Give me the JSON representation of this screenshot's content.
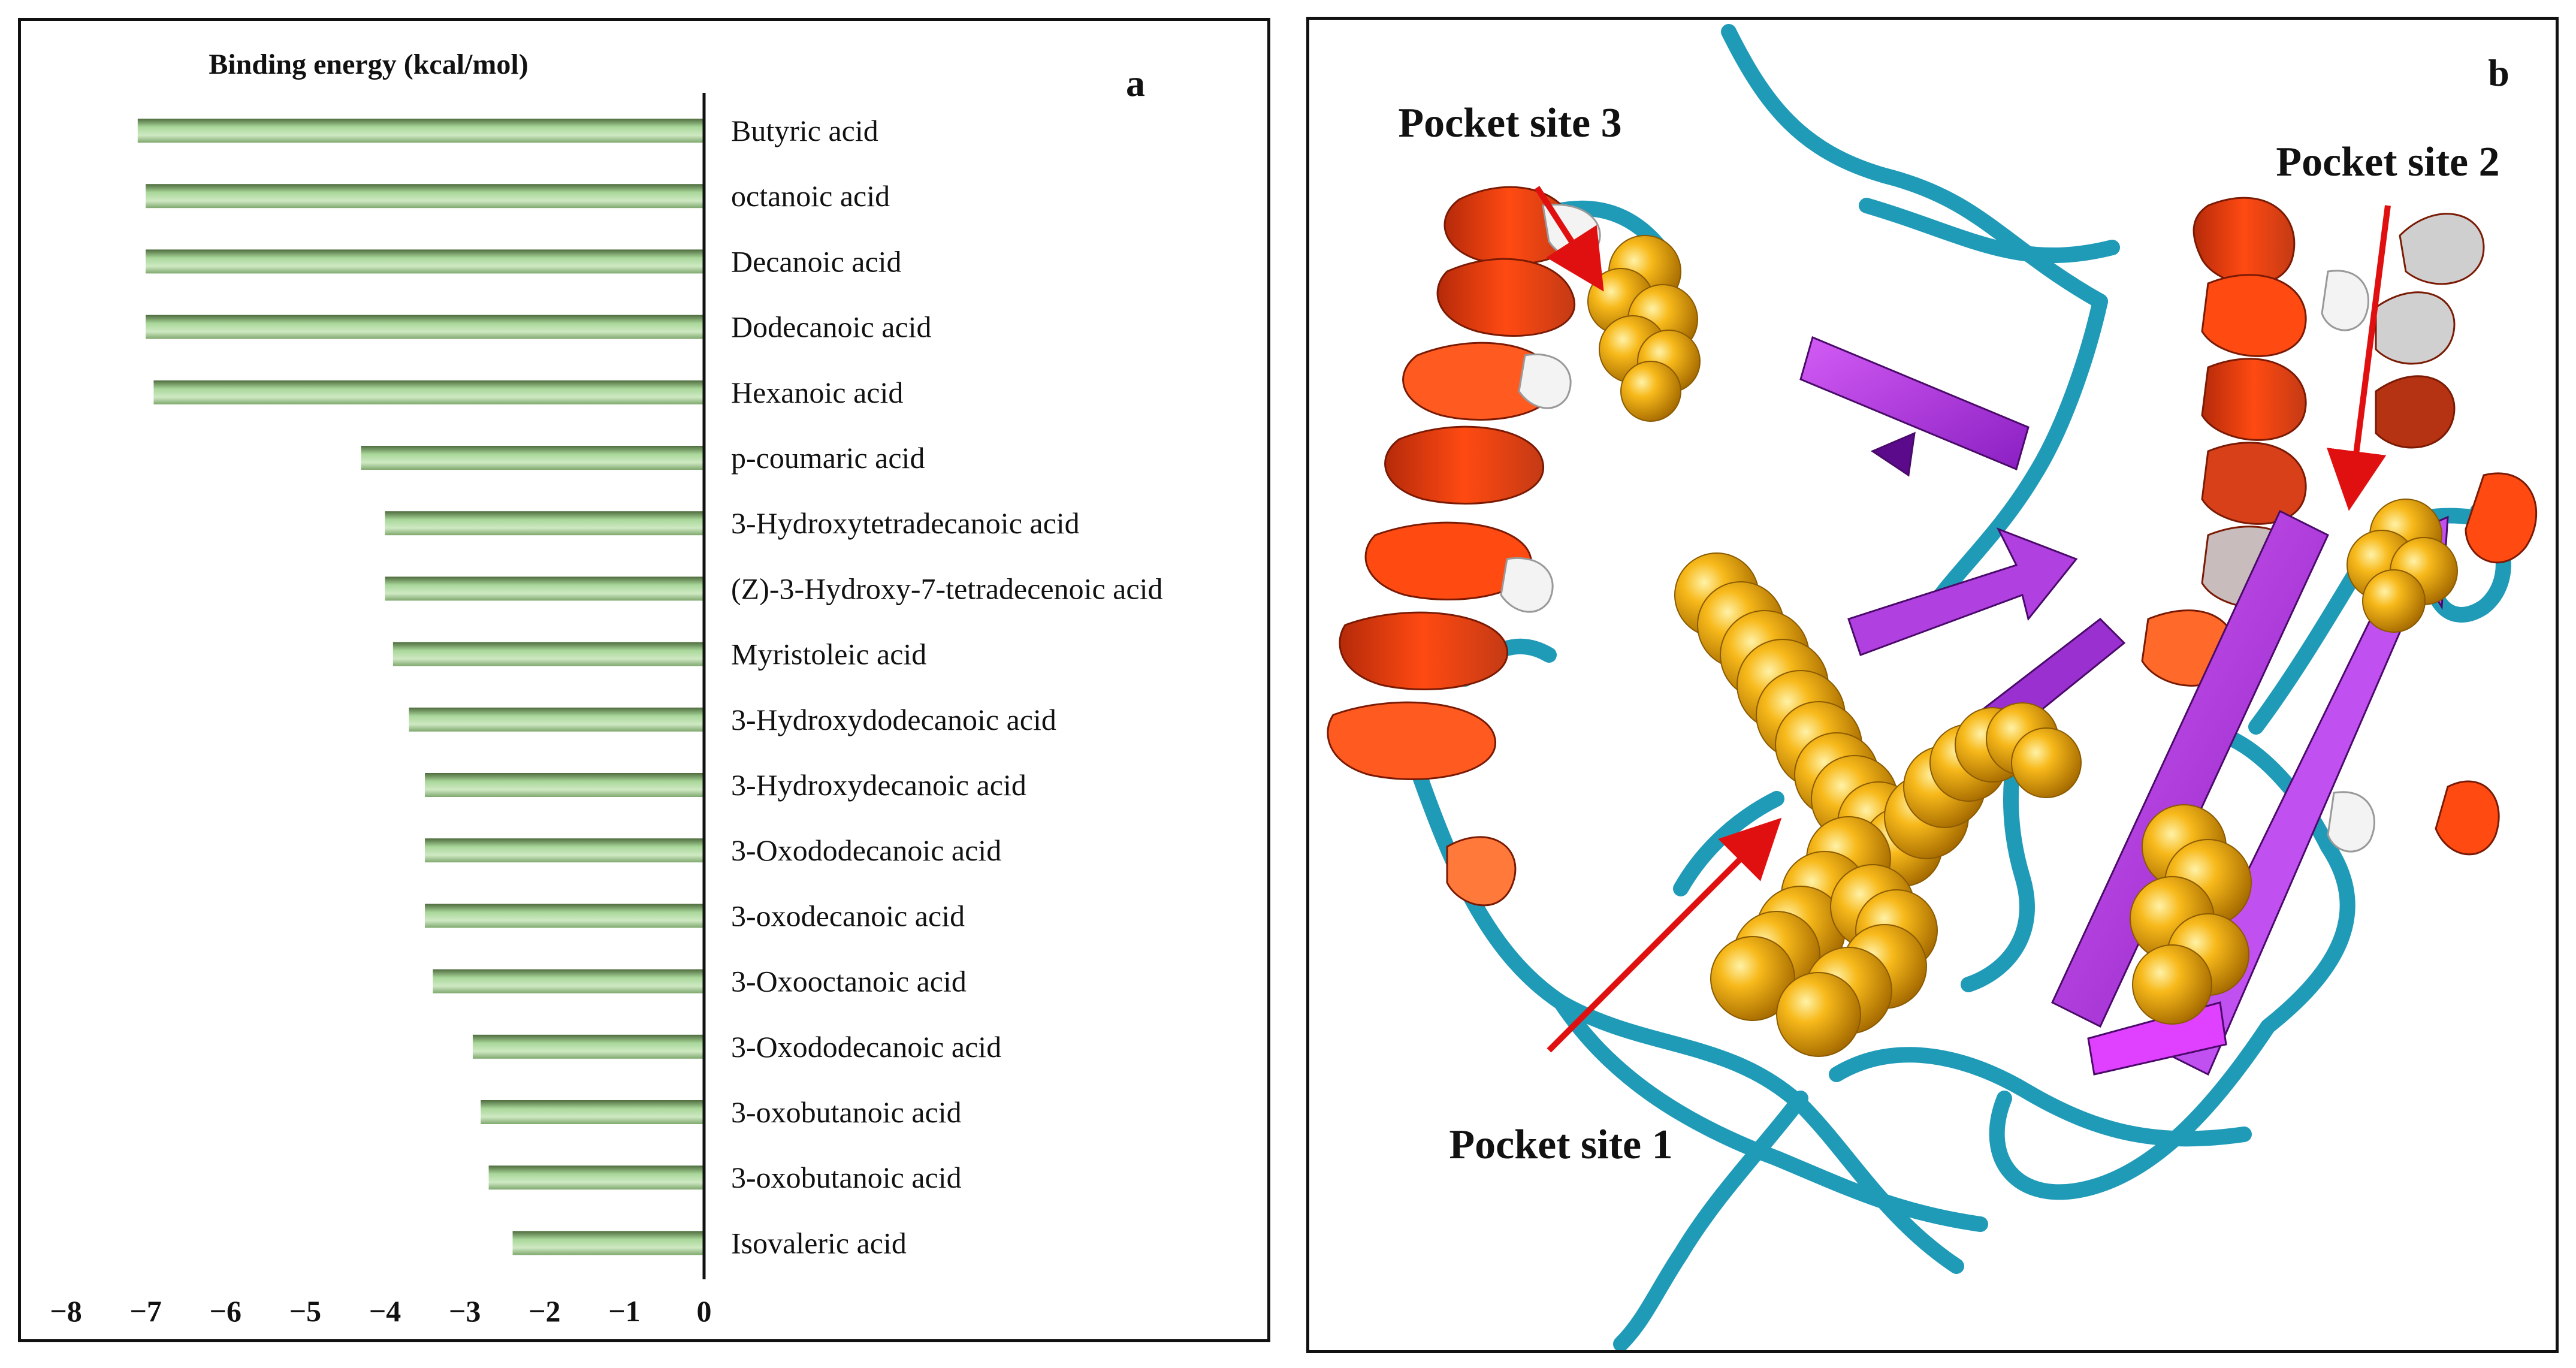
{
  "chart_data": {
    "type": "bar",
    "orientation": "horizontal",
    "panel_label": "a",
    "title": "Binding energy (kcal/mol)",
    "categories": [
      "Butyric acid",
      "octanoic acid",
      "Decanoic acid",
      "Dodecanoic acid",
      "Hexanoic acid",
      "p-coumaric acid",
      "3-Hydroxytetradecanoic acid",
      "(Z)-3-Hydroxy-7-tetradecenoic acid",
      "Myristoleic acid",
      "3-Hydroxydodecanoic acid",
      "3-Hydroxydecanoic acid",
      "3-Oxododecanoic acid",
      "3-oxodecanoic acid",
      "3-Oxooctanoic acid",
      "3-Oxododecanoic acid",
      "3-oxobutanoic acid",
      "3-oxobutanoic acid",
      "Isovaleric acid"
    ],
    "values": [
      -7.1,
      -7.0,
      -7.0,
      -7.0,
      -6.9,
      -4.3,
      -4.0,
      -4.0,
      -3.9,
      -3.7,
      -3.5,
      -3.5,
      -3.5,
      -3.4,
      -2.9,
      -2.8,
      -2.7,
      -2.4
    ],
    "xlim": [
      -8,
      0
    ],
    "xticks": [
      "−8",
      "−7",
      "−6",
      "−5",
      "−4",
      "−3",
      "−2",
      "−1",
      "0"
    ],
    "grid": false,
    "bar_color": "#9ccf8e"
  },
  "structure_panel": {
    "panel_label": "b",
    "labels": [
      "Pocket site 3",
      "Pocket site 2",
      "Pocket site 1"
    ]
  }
}
